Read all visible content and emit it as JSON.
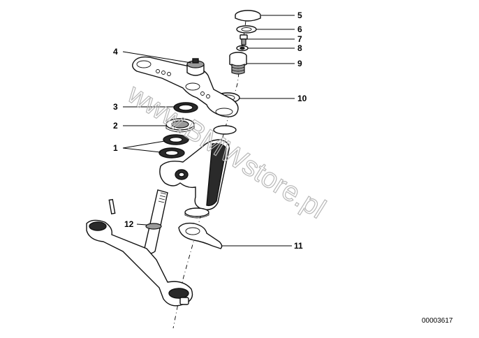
{
  "diagram": {
    "callouts": [
      {
        "id": "5",
        "label": "5"
      },
      {
        "id": "6",
        "label": "6"
      },
      {
        "id": "7",
        "label": "7"
      },
      {
        "id": "8",
        "label": "8"
      },
      {
        "id": "9",
        "label": "9"
      },
      {
        "id": "4",
        "label": "4"
      },
      {
        "id": "10",
        "label": "10"
      },
      {
        "id": "3",
        "label": "3"
      },
      {
        "id": "2",
        "label": "2"
      },
      {
        "id": "1",
        "label": "1"
      },
      {
        "id": "12",
        "label": "12"
      },
      {
        "id": "11",
        "label": "11"
      }
    ],
    "watermark": "www.BMWstore.pl",
    "reference_number": "00003617"
  }
}
